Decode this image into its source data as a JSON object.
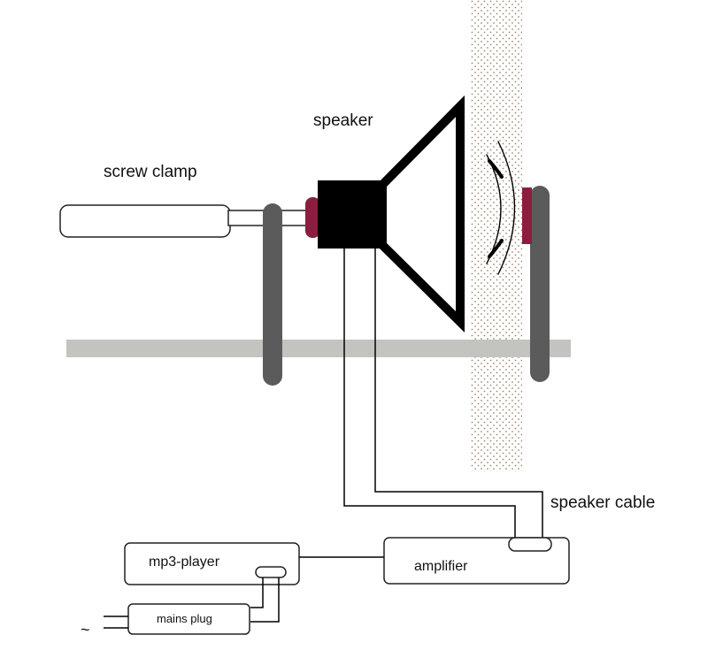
{
  "labels": {
    "speaker": "speaker",
    "screw_clamp": "screw clamp",
    "speaker_cable": "speaker cable",
    "mp3_player": "mp3-player",
    "amplifier": "amplifier",
    "mains_plug": "mains plug",
    "ac_symbol": "~"
  },
  "colors": {
    "wall_dots": "#a08870",
    "floor": "#c3c4bf",
    "clamp_bar": "#5b5b5b",
    "pad": "#8b1e3f",
    "speaker_body": "#000000",
    "outline": "#222222"
  }
}
